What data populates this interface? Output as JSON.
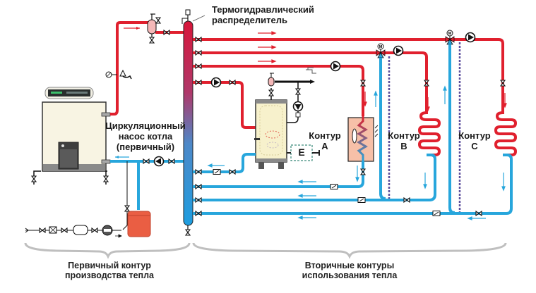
{
  "labels": {
    "separator_title_line1": "Термогидравлический",
    "separator_title_line2": "распределитель",
    "pump_label_line1": "Циркуляционный",
    "pump_label_line2": "насос котла",
    "pump_label_line3": "(первичный)",
    "contour_a_line1": "Контур",
    "contour_a_line2": "A",
    "contour_b_line1": "Контур",
    "contour_b_line2": "B",
    "contour_c_line1": "Контур",
    "contour_c_line2": "C",
    "electric_heater": "E",
    "primary_line1": "Первичный контур",
    "primary_line2": "производства тепла",
    "secondary_line1": "Вторичные контуры",
    "secondary_line2": "использования тепла"
  },
  "colors": {
    "supply": "#e0202e",
    "return": "#27a6dc",
    "separator_top": "#d8163a",
    "separator_bottom": "#1e9ee0",
    "boiler_body": "#f8f4e3",
    "expansion_tank": "#ea5e43",
    "heat_exchanger": "#f6c0a8",
    "dashed": "#5a4d9c"
  },
  "icons": [
    "pump-icon",
    "valve-icon",
    "three-way-mixing-valve-icon",
    "air-vent-icon",
    "check-valve-icon",
    "safety-valve-icon",
    "pressure-gauge-icon",
    "water-meter-icon",
    "faucet-icon",
    "fan-icon",
    "radiator-coil-icon",
    "boiler-icon",
    "expansion-tank-icon",
    "hot-water-tank-icon"
  ]
}
